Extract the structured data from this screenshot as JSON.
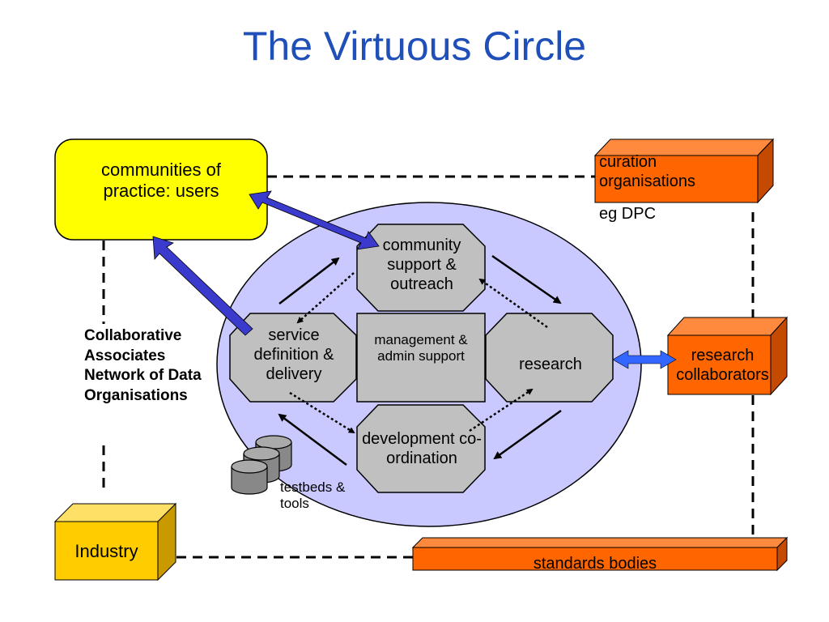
{
  "title": "The Virtuous Circle",
  "nodes": {
    "communities": "communities of practice: users",
    "curation": "curation organisations",
    "curation_note": "eg DPC",
    "research_collaborators": "research collaborators",
    "industry": "Industry",
    "standards": "standards bodies",
    "community_support": "community support & outreach",
    "service_definition": "service definition & delivery",
    "management": "management & admin support",
    "research": "research",
    "development": "development co-ordination",
    "testbeds": "testbeds & tools",
    "network": "Collaborative Associates Network of Data Organisations"
  },
  "colors": {
    "title": "#1f4fb8",
    "users_box": "#ffff00",
    "orange_box": "#ff6600",
    "industry_box": "#ffcc00",
    "circle": "#c9c9ff",
    "octagon": "#c0c0c0",
    "thick_arrow": "#3a3acc",
    "blue_arrow": "#3366ff"
  }
}
